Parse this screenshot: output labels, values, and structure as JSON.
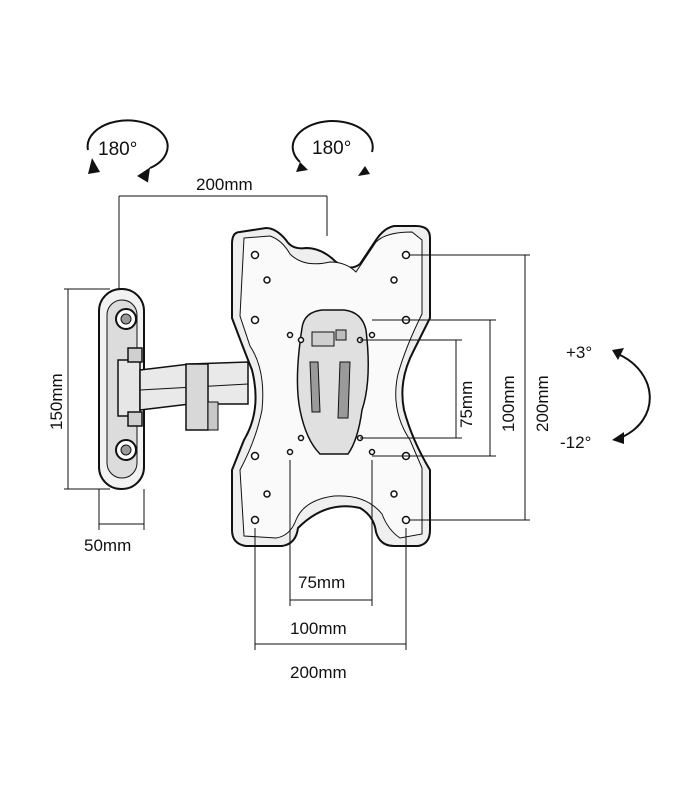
{
  "rotation": {
    "left_label": "180°",
    "center_label": "180°"
  },
  "dimensions": {
    "arm_length": "200mm",
    "wall_plate_height": "150mm",
    "wall_plate_width": "50mm",
    "vesa_horizontal": [
      "75mm",
      "100mm",
      "200mm"
    ],
    "vesa_vertical": [
      "75mm",
      "100mm",
      "200mm"
    ]
  },
  "tilt": {
    "up": "+3°",
    "down": "-12°"
  },
  "colors": {
    "line": "#111111",
    "fill_light": "#f2f2f2",
    "fill_mid": "#d9d9d9",
    "fill_dark": "#9a9a9a"
  }
}
